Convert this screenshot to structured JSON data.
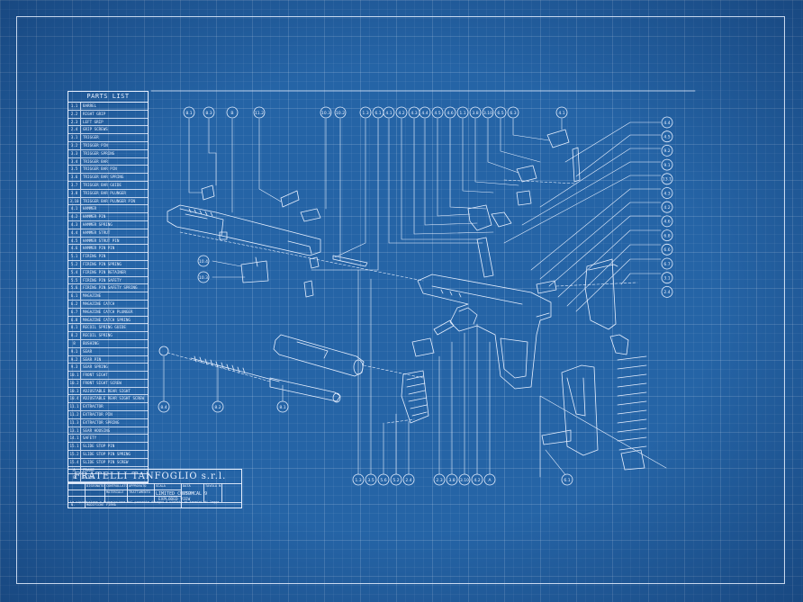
{
  "parts_list": {
    "title": "PARTS LIST",
    "items": [
      {
        "no": "1.1",
        "desc": "BARREL"
      },
      {
        "no": "2.2",
        "desc": "RIGHT GRIP"
      },
      {
        "no": "2.3",
        "desc": "LEFT GRIP"
      },
      {
        "no": "2.4",
        "desc": "GRIP SCREWS"
      },
      {
        "no": "3.1",
        "desc": "TRIGGER"
      },
      {
        "no": "3.2",
        "desc": "TRIGGER PIN"
      },
      {
        "no": "3.3",
        "desc": "TRIGGER SPRING"
      },
      {
        "no": "3.4",
        "desc": "TRIGGER BAR"
      },
      {
        "no": "3.5",
        "desc": "TRIGGER BAR PIN"
      },
      {
        "no": "3.6",
        "desc": "TRIGGER BAR SPRING"
      },
      {
        "no": "3.7",
        "desc": "TRIGGER BAR GUIDE"
      },
      {
        "no": "3.8",
        "desc": "TRIGGER BAR PLUNGER"
      },
      {
        "no": "3.10",
        "desc": "TRIGGER BAR PLUNGER PIN"
      },
      {
        "no": "4.1",
        "desc": "HAMMER"
      },
      {
        "no": "4.2",
        "desc": "HAMMER PIN"
      },
      {
        "no": "4.3",
        "desc": "HAMMER SPRING"
      },
      {
        "no": "4.4",
        "desc": "HAMMER STRUT"
      },
      {
        "no": "4.5",
        "desc": "HAMMER STRUT PIN"
      },
      {
        "no": "4.6",
        "desc": "HAMMER PIN PIN"
      },
      {
        "no": "5.1",
        "desc": "FIRING PIN"
      },
      {
        "no": "5.2",
        "desc": "FIRING PIN SPRING"
      },
      {
        "no": "5.4",
        "desc": "FIRING PIN RETAINER"
      },
      {
        "no": "5.5",
        "desc": "FIRING PIN SAFETY"
      },
      {
        "no": "5.6",
        "desc": "FIRING PIN SAFETY SPRING"
      },
      {
        "no": "6.1",
        "desc": "MAGAZINE"
      },
      {
        "no": "6.2",
        "desc": "MAGAZINE CATCH"
      },
      {
        "no": "6.7",
        "desc": "MAGAZINE CATCH PLUNGER"
      },
      {
        "no": "6.8",
        "desc": "MAGAZINE CATCH SPRING"
      },
      {
        "no": "8.1",
        "desc": "RECOIL SPRING GUIDE"
      },
      {
        "no": "8.2",
        "desc": "RECOIL SPRING"
      },
      {
        "no": "8",
        "desc": "BUSHING"
      },
      {
        "no": "9.1",
        "desc": "SEAR"
      },
      {
        "no": "9.2",
        "desc": "SEAR PIN"
      },
      {
        "no": "9.3",
        "desc": "SEAR SPRING"
      },
      {
        "no": "10.1",
        "desc": "FRONT SIGHT"
      },
      {
        "no": "10.2",
        "desc": "FRONT SIGHT SCREW"
      },
      {
        "no": "10.3",
        "desc": "ADJUSTABLE REAR SIGHT"
      },
      {
        "no": "10.4",
        "desc": "ADJUSTABLE REAR SIGHT SCREW"
      },
      {
        "no": "11.1",
        "desc": "EXTRACTOR"
      },
      {
        "no": "11.2",
        "desc": "EXTRACTOR PIN"
      },
      {
        "no": "11.3",
        "desc": "EXTRACTOR SPRING"
      },
      {
        "no": "13.1",
        "desc": "SEAR HOUSING"
      },
      {
        "no": "14.1",
        "desc": "SAFETY"
      },
      {
        "no": "15.1",
        "desc": "SLIDE STOP PIN"
      },
      {
        "no": "15.2",
        "desc": "SLIDE STOP PIN SPRING"
      },
      {
        "no": "15.4",
        "desc": "SLIDE STOP PIN SCREW"
      },
      {
        "no": "A",
        "desc": "FRAME"
      },
      {
        "no": "B",
        "desc": "SLIDE"
      }
    ]
  },
  "title_block": {
    "company": "FRATELLI TANFOGLIO s.r.l.",
    "fields": [
      "DISEGNATO",
      "CONTROLLATO",
      "APPROVATO",
      "SCALA",
      "DATA",
      "TAVOLA N.",
      "MATERIALE",
      "TRATTAMENTO",
      "LIMITED CUSTOM",
      "P5P CAL 9",
      "EXPLODED VIEW",
      "N.",
      "MODIFICHE",
      "FIRMA"
    ],
    "notice": "La riproduzione o trasmissione del presente disegno è vietata ai termini di legge"
  },
  "callouts_top": [
    "8.1",
    "8.3",
    "B",
    "11.2",
    "10.3",
    "10.2",
    "1.3",
    "6.1",
    "4.1",
    "4.2",
    "4.3",
    "4.4",
    "4.5",
    "4.6",
    "1.1",
    "3.8",
    "3.10",
    "6.5",
    "6.3",
    "4.1"
  ],
  "callouts_right": [
    "4.4",
    "4.5",
    "9.2",
    "9.1",
    "13.1",
    "4.3",
    "4.2",
    "4.6",
    "6.8",
    "6.6",
    "6.7",
    "3.1",
    "2.4"
  ],
  "callouts_bottom": [
    "1.3",
    "3.5",
    "5.6",
    "5.2",
    "2.4",
    "2.3",
    "3.8",
    "3.10",
    "4.2",
    "A"
  ],
  "callouts_left": [
    "10.4",
    "10.3",
    "8.4",
    "8.2",
    "8.1",
    "6.1"
  ],
  "colors": {
    "paper": "#2564a6",
    "ink": "#e8f0ff"
  }
}
